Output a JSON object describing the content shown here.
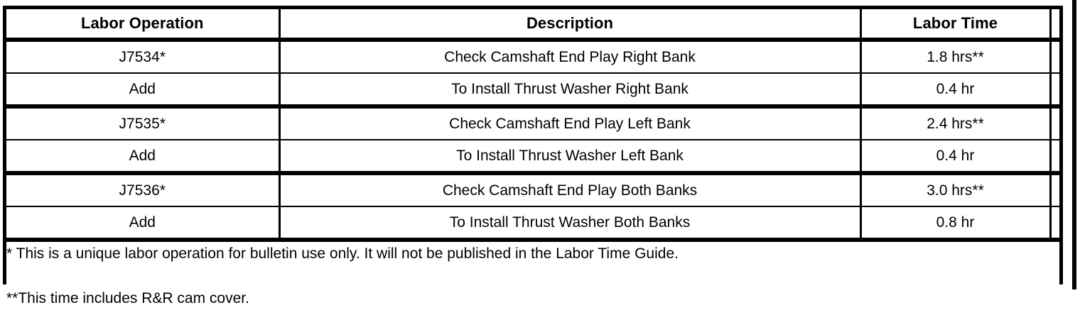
{
  "table": {
    "columns": [
      {
        "key": "labor_operation",
        "label": "Labor Operation"
      },
      {
        "key": "description",
        "label": "Description"
      },
      {
        "key": "labor_time",
        "label": "Labor Time"
      },
      {
        "key": "spacer",
        "label": ""
      }
    ],
    "rows": [
      {
        "labor_operation": "J7534*",
        "description": "Check Camshaft End Play Right Bank",
        "labor_time": "1.8 hrs**"
      },
      {
        "labor_operation": "Add",
        "description": "To Install Thrust Washer Right Bank",
        "labor_time": "0.4 hr"
      },
      {
        "labor_operation": "J7535*",
        "description": "Check Camshaft End Play Left Bank",
        "labor_time": "2.4 hrs**"
      },
      {
        "labor_operation": "Add",
        "description": "To Install Thrust Washer Left Bank",
        "labor_time": "0.4 hr"
      },
      {
        "labor_operation": "J7536*",
        "description": "Check Camshaft End Play Both Banks",
        "labor_time": "3.0 hrs**"
      },
      {
        "labor_operation": "Add",
        "description": "To Install Thrust Washer Both Banks",
        "labor_time": "0.8 hr"
      }
    ],
    "footnotes": [
      "* This is a unique labor operation for bulletin use only. It will not be published in the Labor Time Guide.",
      "**This time includes R&R cam cover."
    ]
  },
  "colors": {
    "border": "#000000",
    "text": "#000000",
    "background": "#ffffff"
  }
}
